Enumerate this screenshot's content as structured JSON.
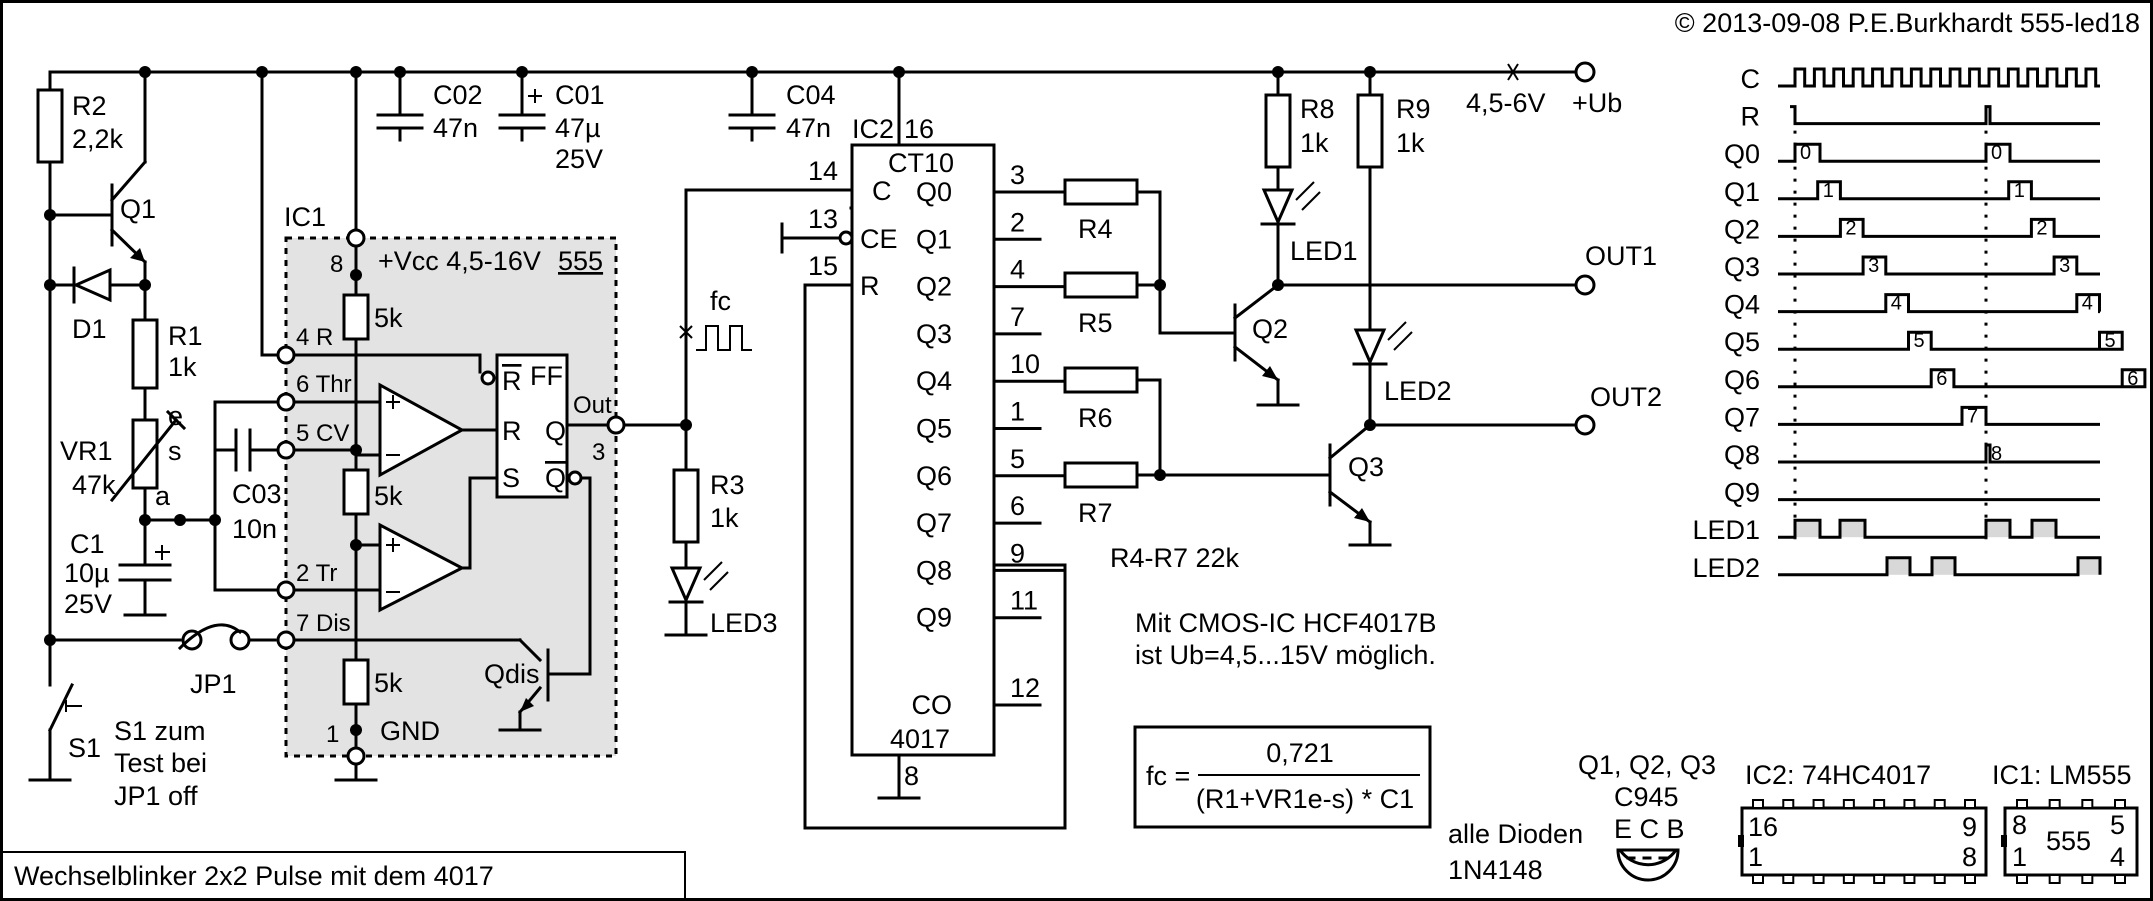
{
  "copyright": "© 2013-09-08 P.E.Burkhardt 555-led18",
  "caption": "Wechselblinker 2x2 Pulse mit dem 4017",
  "supply": {
    "label": "+Ub",
    "range": "4,5-6V"
  },
  "components": {
    "R2": "R2",
    "R2v": "2,2k",
    "Q1": "Q1",
    "D1": "D1",
    "R1": "R1",
    "R1v": "1k",
    "VR1": "VR1",
    "VR1v": "47k",
    "C1": "C1",
    "C1v": "10µ",
    "C1v2": "25V",
    "C02": "C02",
    "C02v": "47n",
    "C01": "C01",
    "C01v": "47µ",
    "C01v2": "25V",
    "C04": "C04",
    "C04v": "47n",
    "C03": "C03",
    "C03v": "10n",
    "IC1": "IC1",
    "IC2": "IC2",
    "R3": "R3",
    "R3v": "1k",
    "LED3": "LED3",
    "R4": "R4",
    "R5": "R5",
    "R6": "R6",
    "R7": "R7",
    "R8": "R8",
    "R8v": "1k",
    "R9": "R9",
    "R9v": "1k",
    "LED1": "LED1",
    "LED2": "LED2",
    "Q2": "Q2",
    "Q3": "Q3",
    "JP1": "JP1",
    "S1": "S1",
    "OUT1": "OUT1",
    "OUT2": "OUT2",
    "fc": "fc",
    "k5": "5k",
    "e": "e",
    "s": "s",
    "a": "a"
  },
  "ic555": {
    "title": "555",
    "vcc": "+Vcc  4,5-16V",
    "gnd": "GND",
    "pins": [
      "4 R",
      "6 Thr",
      "5 CV",
      "2 Tr",
      "7 Dis"
    ],
    "pin8": "8",
    "pin1": "1",
    "pin3": "3",
    "ff": [
      "FF",
      "R",
      "R",
      "Q",
      "S",
      "Q"
    ],
    "out": "Out",
    "qdis": "Qdis"
  },
  "ic4017": {
    "type": "CT10",
    "name": "4017",
    "pin16": "16",
    "inputs": [
      {
        "num": "14",
        "name": "C"
      },
      {
        "num": "13",
        "name": "CE"
      },
      {
        "num": "15",
        "name": "R"
      }
    ],
    "outputs": [
      {
        "name": "Q0",
        "pin": "3"
      },
      {
        "name": "Q1",
        "pin": "2"
      },
      {
        "name": "Q2",
        "pin": "4"
      },
      {
        "name": "Q3",
        "pin": "7"
      },
      {
        "name": "Q4",
        "pin": "10"
      },
      {
        "name": "Q5",
        "pin": "1"
      },
      {
        "name": "Q6",
        "pin": "5"
      },
      {
        "name": "Q7",
        "pin": "6"
      },
      {
        "name": "Q8",
        "pin": "9"
      },
      {
        "name": "Q9",
        "pin": "11"
      },
      {
        "name": "CO",
        "pin": "12"
      }
    ],
    "pin8": "8"
  },
  "notes": {
    "r47": "R4-R7  22k",
    "cmos1": "Mit CMOS-IC  HCF4017B",
    "cmos2": "ist Ub=4,5...15V möglich.",
    "s1a": "S1 zum",
    "s1b": "Test bei",
    "s1c": "JP1 off",
    "formula_lhs": "fc =",
    "formula_num": "0,721",
    "formula_den": "(R1+VR1e-s) * C1",
    "trans1": "Q1, Q2, Q3",
    "trans2": "C945",
    "trans3": "E C B",
    "diodes1": "alle Dioden",
    "diodes2": "1N4148"
  },
  "packages": {
    "ic2": {
      "title": "IC2: 74HC4017",
      "tl": "16",
      "tr": "9",
      "bl": "1",
      "br": "8"
    },
    "ic1": {
      "title": "IC1: LM555",
      "name": "555",
      "tl": "8",
      "tr": "5",
      "bl": "1",
      "br": "4"
    }
  },
  "timing": {
    "signals": [
      "C",
      "R",
      "Q0",
      "Q1",
      "Q2",
      "Q3",
      "Q4",
      "Q5",
      "Q6",
      "Q7",
      "Q8",
      "Q9",
      "LED1",
      "LED2"
    ],
    "pulse_labels": [
      "0",
      "1",
      "2",
      "3",
      "4",
      "5",
      "6",
      "7",
      "8"
    ]
  }
}
